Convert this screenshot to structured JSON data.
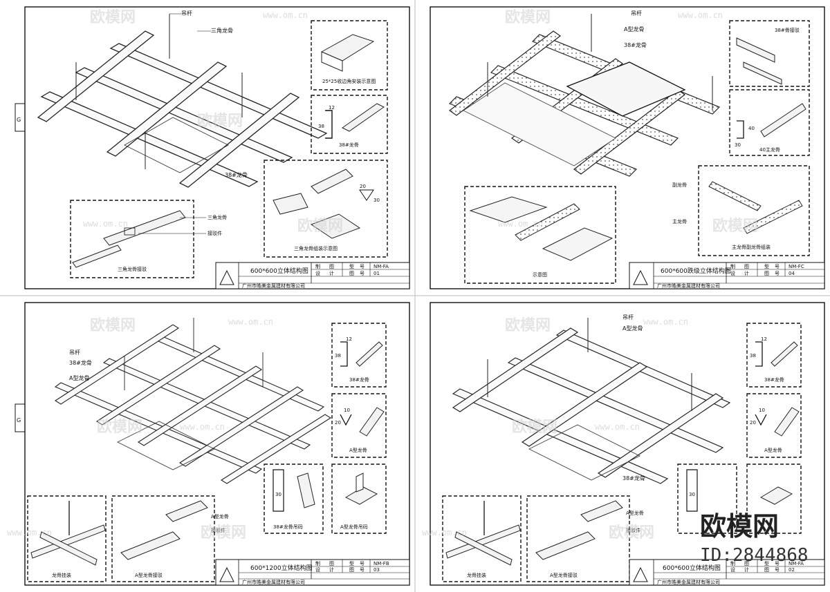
{
  "sheets": [
    {
      "title": "600*600立体结构图",
      "company": "广州市皓美金属建材有限公司",
      "row1": [
        "制",
        "图",
        "型",
        "号",
        "NM-FA"
      ],
      "row2": [
        "设",
        "计",
        "图",
        "号",
        "01"
      ],
      "labels": [
        "吊杆",
        "三角龙骨",
        "38#龙骨",
        "三角龙骨",
        "接驳件",
        "三角龙骨接驳",
        "25*25收边角安装示意图",
        "38#龙骨",
        "三角龙骨组装示意图"
      ],
      "dims": [
        "12",
        "38",
        "20",
        "30"
      ]
    },
    {
      "title": "600*600跌级立体结构图",
      "company": "广州市皓美金属建材有限公司",
      "row1": [
        "制",
        "图",
        "型",
        "号",
        "NM-FC"
      ],
      "row2": [
        "设",
        "计",
        "图",
        "号",
        "04"
      ],
      "labels": [
        "吊杆",
        "A型龙骨",
        "38#龙骨",
        "38#骨接驳",
        "40主龙骨",
        "副龙骨",
        "主龙骨",
        "主龙骨副龙骨组装",
        "示意图"
      ],
      "dims": [
        "40",
        "30"
      ]
    },
    {
      "title": "600*1200立体结构图",
      "company": "广州市皓美金属建材有限公司",
      "row1": [
        "制",
        "图",
        "型",
        "号",
        "NM-FB"
      ],
      "row2": [
        "设",
        "计",
        "图",
        "号",
        "03"
      ],
      "labels": [
        "吊杆",
        "38#龙骨",
        "A型龙骨",
        "38#龙骨",
        "A型龙骨",
        "38#龙骨吊码",
        "A型龙骨吊码",
        "龙骨挂装",
        "A型龙骨接驳",
        "A型龙骨",
        "接驳件"
      ],
      "dims": [
        "12",
        "38",
        "10",
        "20",
        "30"
      ]
    },
    {
      "title": "600*600立体结构图",
      "company": "广州市皓美金属建材有限公司",
      "row1": [
        "制",
        "图",
        "型",
        "号",
        "NM-FA"
      ],
      "row2": [
        "设",
        "计",
        "图",
        "号",
        "02"
      ],
      "labels": [
        "吊杆",
        "A型龙骨",
        "38#龙骨",
        "38#龙骨",
        "A型龙骨",
        "龙骨挂装",
        "A型龙骨接驳",
        "A型龙骨",
        "接驳件"
      ],
      "dims": [
        "12",
        "38",
        "10",
        "20",
        "30"
      ]
    }
  ],
  "watermark": {
    "brand": "欧模网",
    "url": "www.om.cn"
  },
  "side_marks": [
    "G",
    "G"
  ],
  "overlay": {
    "brand": "欧模网",
    "id": "ID:2844868"
  }
}
